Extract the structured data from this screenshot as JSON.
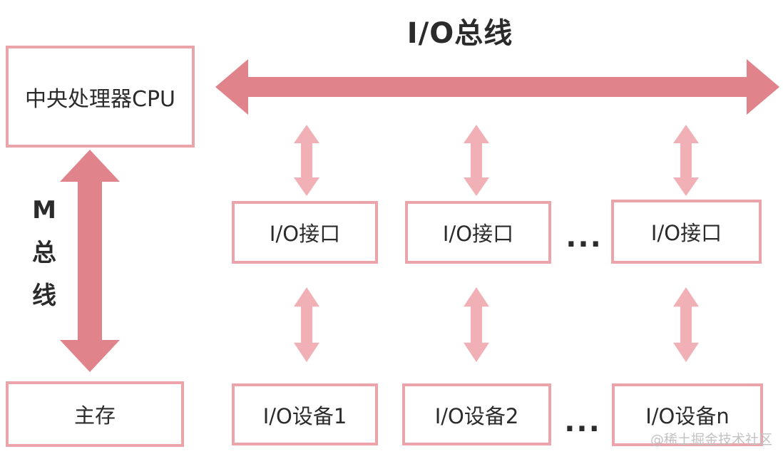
{
  "diagram": {
    "title": "I/O总线",
    "m_bus": {
      "chars": [
        "M",
        "总",
        "线"
      ]
    },
    "nodes": {
      "cpu": "中央处理器CPU",
      "memory": "主存",
      "interfaces": [
        "I/O接口",
        "I/O接口",
        "I/O接口"
      ],
      "devices": [
        "I/O设备1",
        "I/O设备2",
        "I/O设备n"
      ]
    },
    "ellipsis": "...",
    "watermark": "@稀土掘金技术社区",
    "colors": {
      "bus_arrow": "#e0838a",
      "connector_arrow": "#f1b0b5",
      "box_border": "#eba4aa",
      "text": "#2b2b2b",
      "watermark": "#c2c2c2"
    }
  }
}
